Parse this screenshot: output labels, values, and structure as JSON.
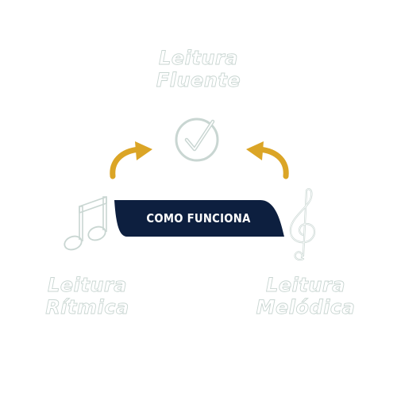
{
  "diagram": {
    "top_label": {
      "line1": "Leitura",
      "line2": "Fluente"
    },
    "left_label": {
      "line1": "Leitura",
      "line2": "Rítmica"
    },
    "right_label": {
      "line1": "Leitura",
      "line2": "Melódica"
    },
    "center_banner": "COMO FUNCIONA"
  },
  "colors": {
    "banner": "#0d1f3f",
    "arrows": "#dba526",
    "outline": "#c9d6d2",
    "background": "#ffffff"
  },
  "icons": {
    "top": "checkmark-circle-icon",
    "left": "music-note-icon",
    "right": "treble-clef-icon",
    "arrows": [
      "curved-arrow-icon",
      "curved-arrow-icon"
    ]
  }
}
